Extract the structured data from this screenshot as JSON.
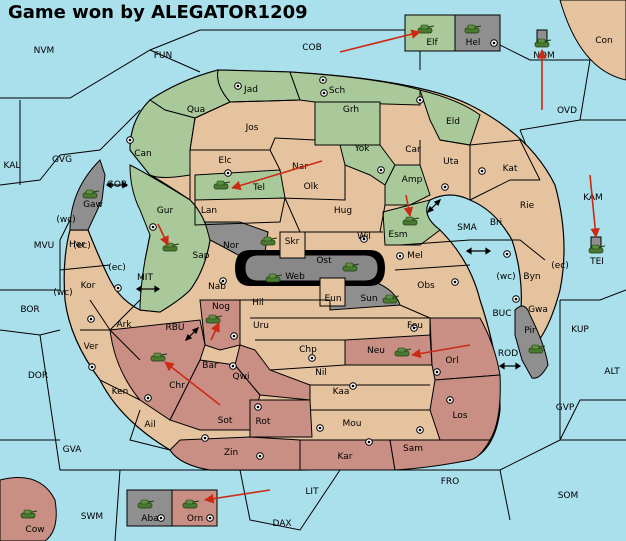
{
  "title": "Game won by ALEGATOR1209",
  "colors": {
    "sea": "#aadfec",
    "neutral": "#e6c39f",
    "green": "#a9c99a",
    "red": "#c98f85",
    "grey": "#8f8f8f",
    "black": "#000000",
    "arrow": "#cc2a12"
  },
  "unit_icon": "tank-icon",
  "supply_icon": "supply-center-icon",
  "map": {
    "sea_labels": [
      "NVM",
      "FUN",
      "COB",
      "KAL",
      "GVG",
      "MVU",
      "BOR",
      "DOR",
      "GVA",
      "SWM",
      "DAX",
      "LIT",
      "FRO",
      "SOM",
      "GVP",
      "ALT",
      "KUP",
      "ROD",
      "BUC",
      "SMA",
      "KAM",
      "OVD",
      "MIT",
      "RBU",
      "GOR"
    ],
    "land_labels": [
      "Jad",
      "Sch",
      "Qua",
      "Jos",
      "Grh",
      "Eld",
      "Can",
      "Elc",
      "Yok",
      "Car",
      "Uta",
      "Nar",
      "Tel",
      "Olk",
      "Amp",
      "Kat",
      "Gaw",
      "Gur",
      "Lan",
      "Hug",
      "Esm",
      "Rie",
      "Bri",
      "Nor",
      "Skr",
      "Ost",
      "Wil",
      "Sap",
      "Web",
      "Mel",
      "Her",
      "Kor",
      "Nab",
      "Hil",
      "Eun",
      "Sun",
      "Obs",
      "Byn",
      "Gwa",
      "Ark",
      "Nog",
      "Uru",
      "Feu",
      "Pir",
      "Ver",
      "Bar",
      "Qwi",
      "Chp",
      "Neu",
      "Orl",
      "Ken",
      "Chr",
      "Nil",
      "Kaa",
      "Los",
      "Ail",
      "Sot",
      "Rot",
      "Mou",
      "Zin",
      "Kar",
      "Sam",
      "Elf",
      "Hel",
      "NOM",
      "Con",
      "TEI",
      "Aba",
      "Orn",
      "Cow"
    ],
    "annotations": [
      "(wc)",
      "(ec)",
      "(ec)",
      "(wc)",
      "(wc)",
      "(ec)"
    ]
  }
}
